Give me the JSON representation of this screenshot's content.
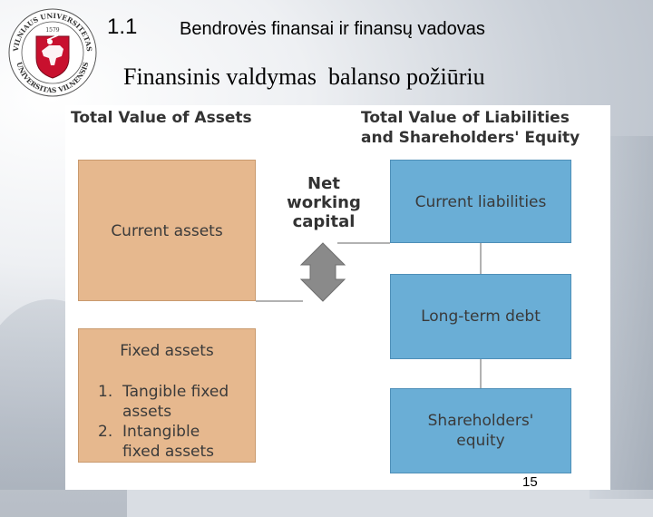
{
  "header": {
    "slide_number": "1.1",
    "course_title": "Bendrovės finansai ir finansų vadovas",
    "slide_title": "Finansinis valdymas  balanso požiūriu"
  },
  "logo": {
    "text_top": "VILNIAUS UNIVERSITETAS",
    "text_bottom": "UNIVERSITAS VILNENSIS",
    "year": "1579"
  },
  "diagram": {
    "assets_heading": "Total Value of Assets",
    "liabilities_heading": "Total Value of Liabilities\nand Shareholders' Equity",
    "current_assets": "Current assets",
    "fixed_assets": {
      "title": "Fixed assets",
      "items": [
        "1.  Tangible fixed\n     assets",
        "2.  Intangible\n     fixed assets"
      ]
    },
    "net_working_capital": "Net\nworking\ncapital",
    "current_liabilities": "Current liabilities",
    "long_term_debt": "Long-term debt",
    "shareholders_equity": "Shareholders'\nequity",
    "colors": {
      "assets_box": "#e6b88e",
      "liabilities_box": "#6aaed6",
      "arrow": "#8a8a8a"
    }
  },
  "footer": {
    "page_number": "15"
  }
}
